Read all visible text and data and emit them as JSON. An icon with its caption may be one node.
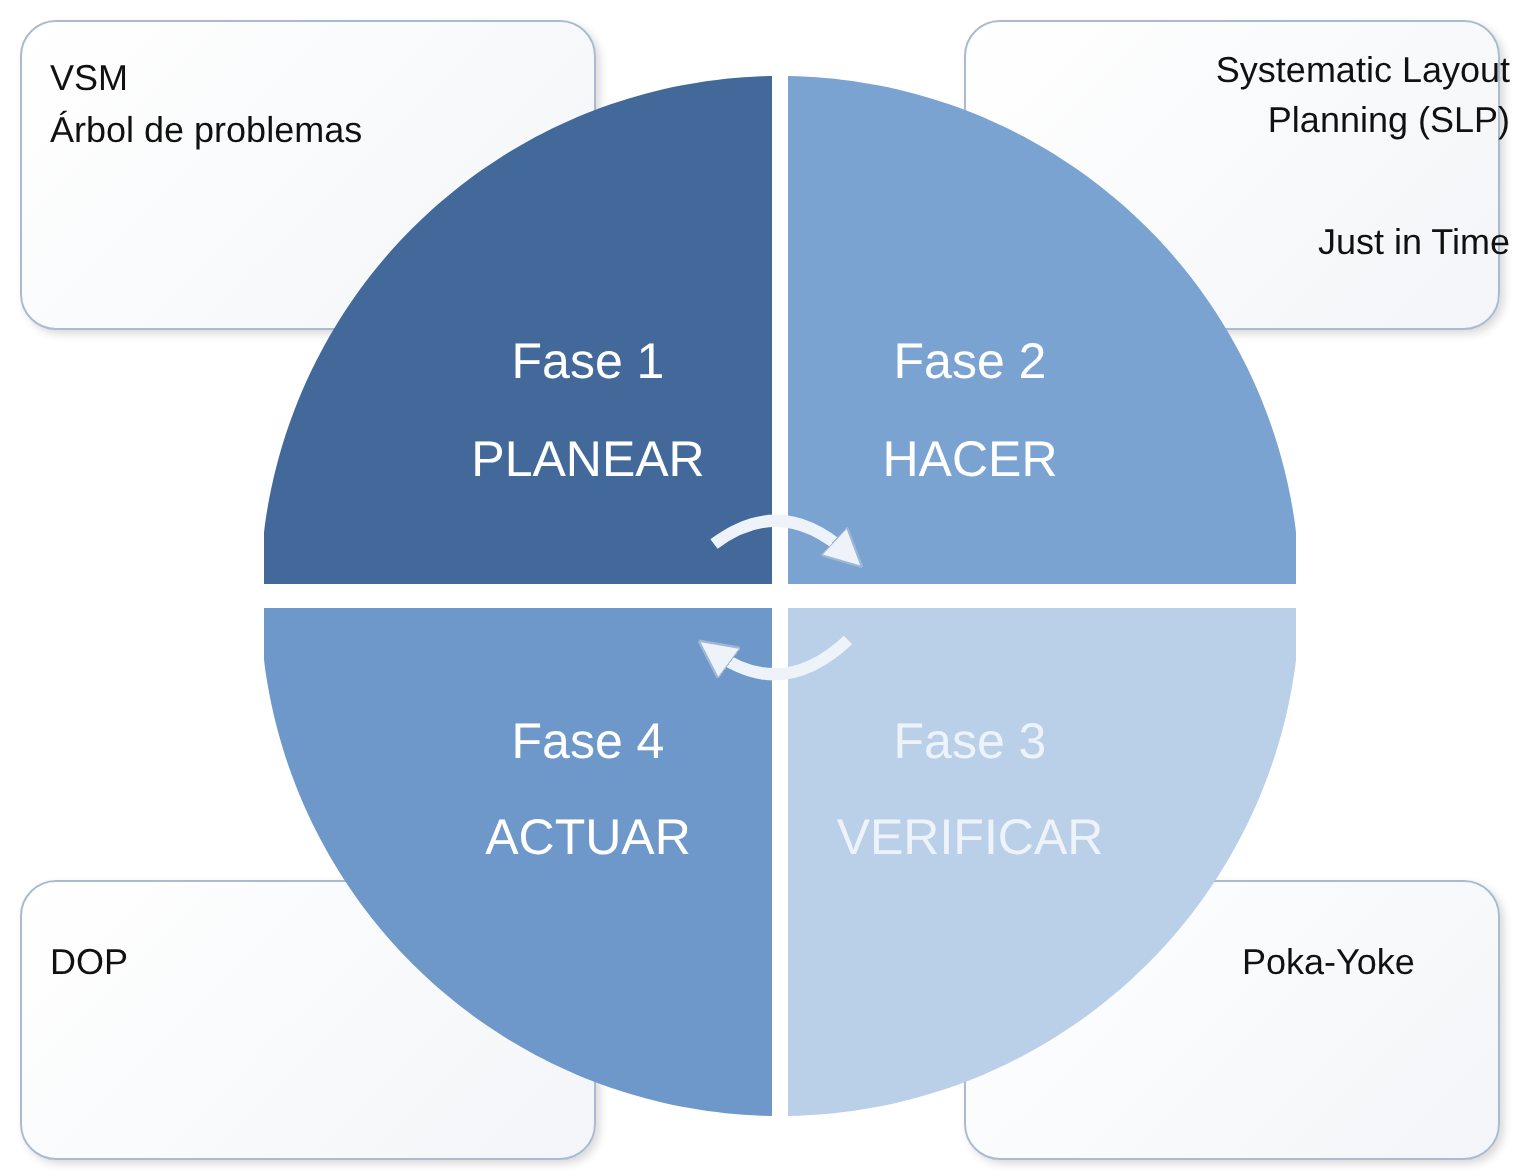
{
  "diagram": {
    "nodes": [
      {
        "text": [
          "VSM",
          "Árbol de problemas"
        ]
      },
      {
        "text": [
          "Systematic Layout Planning (SLP)",
          "Just in Time"
        ]
      },
      {
        "text": [
          "Fase 1",
          "PLANEAR"
        ]
      },
      {
        "text": [
          "Fase 2",
          "HACER"
        ]
      },
      {
        "text": [
          "Fase 4",
          "ACTUAR"
        ]
      },
      {
        "text": [
          "Fase 3",
          "VERIFICAR"
        ]
      },
      {
        "text": [
          "DOP"
        ]
      },
      {
        "text": [
          "Poka-Yoke"
        ]
      }
    ],
    "edges": [
      {
        "from": 2,
        "to": 3,
        "arrow": "to"
      },
      {
        "from": 5,
        "to": 4,
        "arrow": "to"
      }
    ]
  }
}
